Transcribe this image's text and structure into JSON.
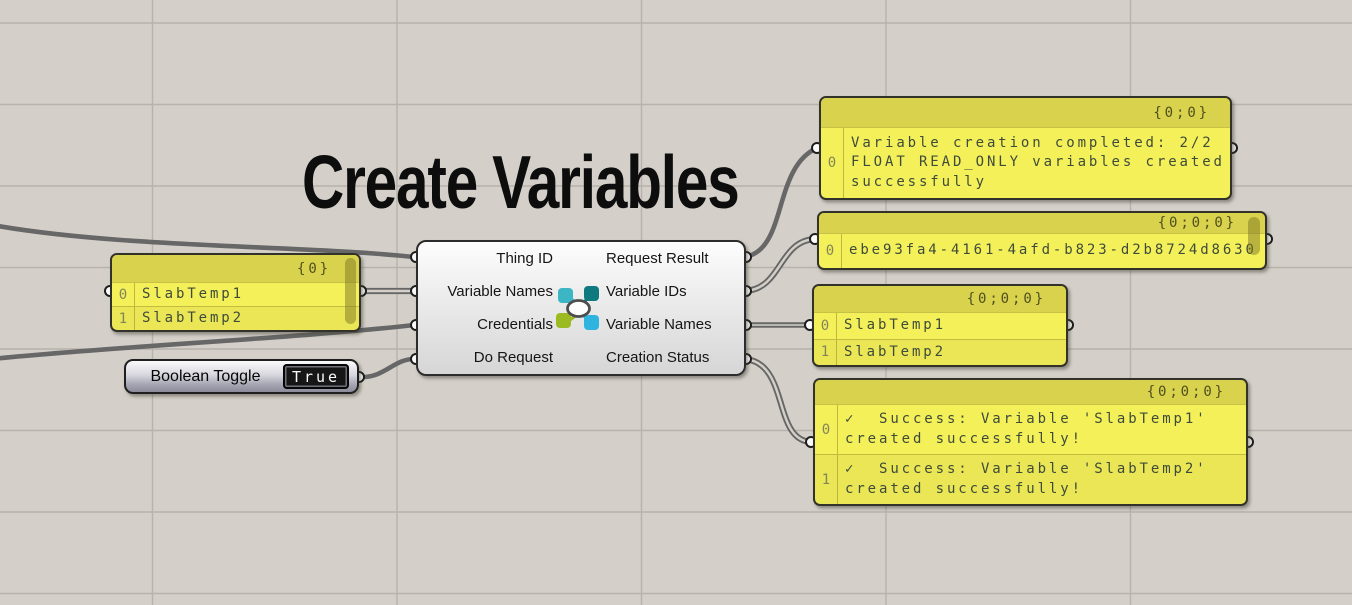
{
  "title": "Create Variables",
  "colors": {
    "canvas_background": "#d4d0c9",
    "grid_line": "#b7b3ac",
    "wire": "#676767",
    "panel_body": "#f4f05a",
    "panel_header": "#d8d24c",
    "panel_text": "#3e4b3a",
    "component_border": "#2c2c2c",
    "toggle_value_background": "#161616",
    "icon_squares": [
      "#3cb5c5",
      "#0e7a7f",
      "#9cba21",
      "#2fb4e0"
    ]
  },
  "nodes": {
    "input_panel": {
      "path": "{0}",
      "rows": [
        {
          "index": "0",
          "text": "SlabTemp1"
        },
        {
          "index": "1",
          "text": "SlabTemp2"
        }
      ]
    },
    "boolean_toggle": {
      "label": "Boolean Toggle",
      "value": "True"
    },
    "create_variables_component": {
      "inputs": [
        "Thing ID",
        "Variable Names",
        "Credentials",
        "Do Request"
      ],
      "outputs": [
        "Request Result",
        "Variable IDs",
        "Variable Names",
        "Creation Status"
      ]
    },
    "request_result_panel": {
      "path": "{0;0}",
      "rows": [
        {
          "index": "0",
          "text": "Variable creation completed: 2/2 FLOAT READ_ONLY variables created successfully"
        }
      ]
    },
    "variable_ids_panel": {
      "path": "{0;0;0}",
      "rows": [
        {
          "index": "0",
          "text": "ebe93fa4-4161-4afd-b823-d2b8724d8630"
        }
      ]
    },
    "variable_names_panel": {
      "path": "{0;0;0}",
      "rows": [
        {
          "index": "0",
          "text": "SlabTemp1"
        },
        {
          "index": "1",
          "text": "SlabTemp2"
        }
      ]
    },
    "creation_status_panel": {
      "path": "{0;0;0}",
      "rows": [
        {
          "index": "0",
          "text": "✓  Success: Variable 'SlabTemp1' created successfully!"
        },
        {
          "index": "1",
          "text": "✓  Success: Variable 'SlabTemp2' created successfully!"
        }
      ]
    }
  }
}
